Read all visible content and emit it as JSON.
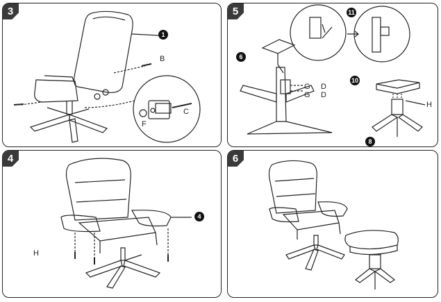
{
  "panels": {
    "p3": {
      "step": "3",
      "labels": {
        "one": "1",
        "b": "B",
        "c": "C",
        "f": "F"
      }
    },
    "p5": {
      "step": "5",
      "labels": {
        "eleven": "11",
        "six": "6",
        "g1": "G",
        "d1": "D",
        "g2": "G",
        "d2": "D",
        "ten": "10",
        "h": "H",
        "eight": "8"
      }
    },
    "p4": {
      "step": "4",
      "labels": {
        "h": "H",
        "four": "4"
      }
    },
    "p6": {
      "step": "6"
    }
  },
  "colors": {
    "line": "#222222",
    "badge": "#111111",
    "step_bg": "#3a3a3a"
  }
}
